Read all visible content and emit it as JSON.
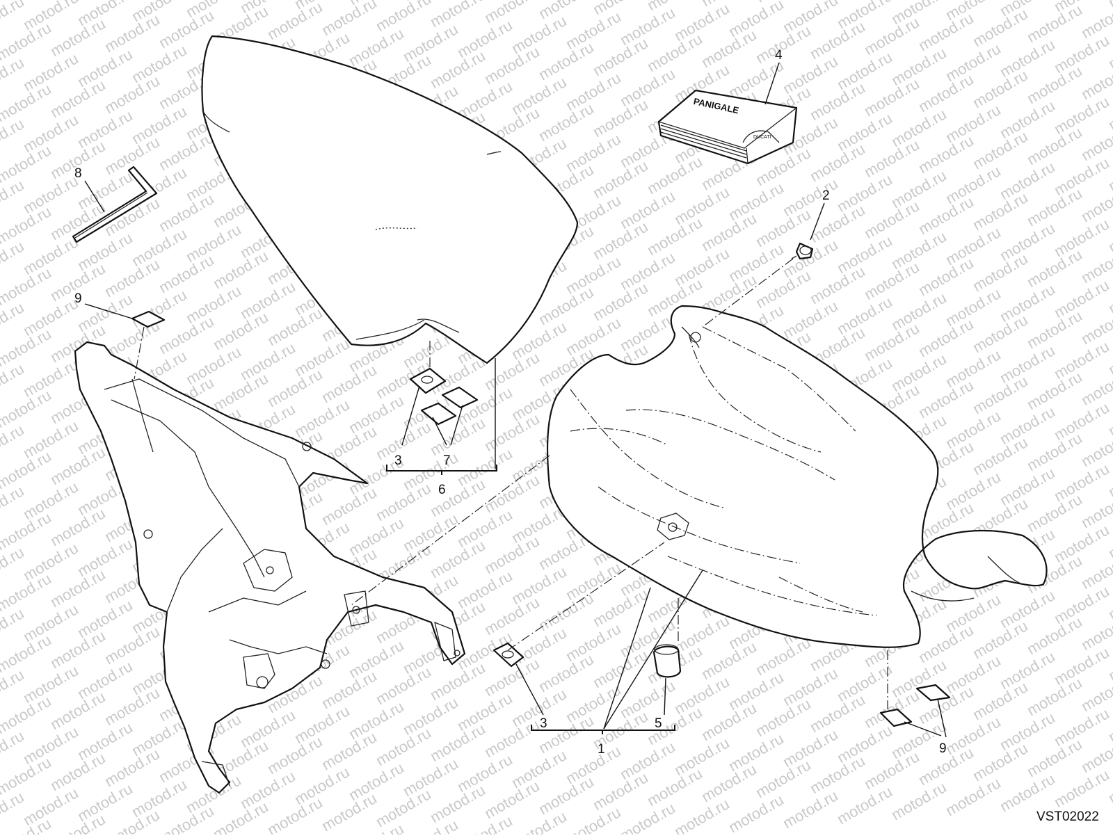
{
  "watermark": {
    "text": "motod.ru",
    "color": "#c9c9c9"
  },
  "labels": {
    "l1": "1",
    "l2": "2",
    "l3a": "3",
    "l3b": "3",
    "l4": "4",
    "l5": "5",
    "l6": "6",
    "l7": "7",
    "l8": "8",
    "l9a": "9",
    "l9b": "9"
  },
  "manual": {
    "brand_text": "PANIGALE",
    "badge_text": "DUCATI"
  },
  "drawing_code": "VST02022"
}
